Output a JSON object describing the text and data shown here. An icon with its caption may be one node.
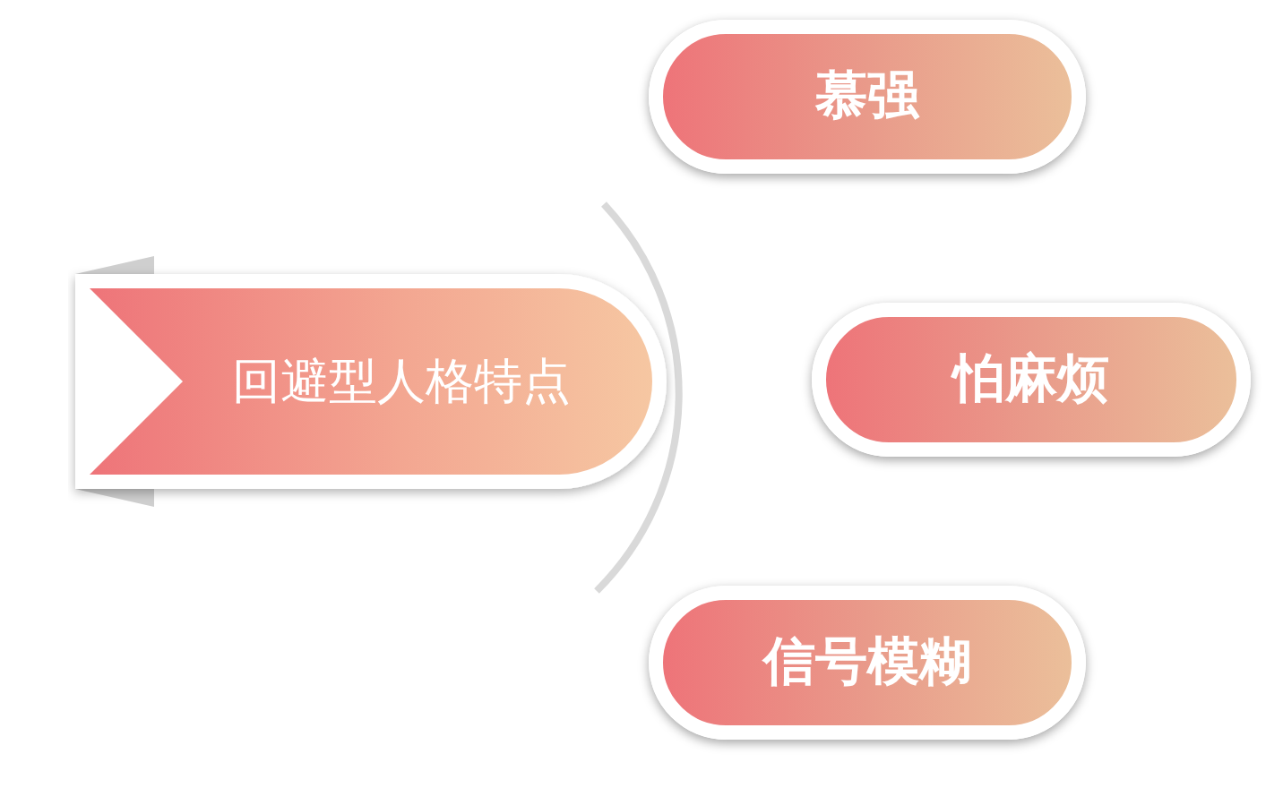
{
  "diagram": {
    "nodes": [
      {
        "text": [
          "回避型人格特点"
        ]
      },
      {
        "text": [
          "慕强"
        ]
      },
      {
        "text": [
          "怕麻烦"
        ]
      },
      {
        "text": [
          "信号模糊"
        ]
      }
    ]
  }
}
